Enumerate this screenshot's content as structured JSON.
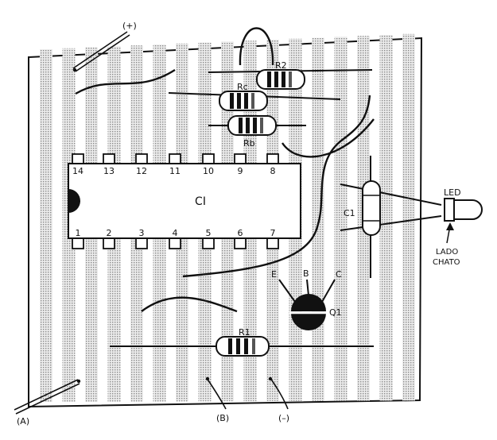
{
  "labels": {
    "plus": "(+)",
    "a": "(A)",
    "b": "(B)",
    "minus": "(–)",
    "r2": "R2",
    "rc": "Rc",
    "rb": "Rb",
    "r1": "R1",
    "ci": "CI",
    "c1": "C1",
    "led": "LED",
    "flat_side_1": "LADO",
    "flat_side_2": "CHATO",
    "q1": "Q1",
    "pin_e": "E",
    "pin_b": "B",
    "pin_c": "C"
  },
  "ic": {
    "top_pins": [
      "14",
      "13",
      "12",
      "11",
      "10",
      "9",
      "8"
    ],
    "bottom_pins": [
      "1",
      "2",
      "3",
      "4",
      "5",
      "6",
      "7"
    ]
  },
  "colors": {
    "ink": "#111111",
    "strip": "#d9d9d9",
    "background": "#ffffff"
  }
}
